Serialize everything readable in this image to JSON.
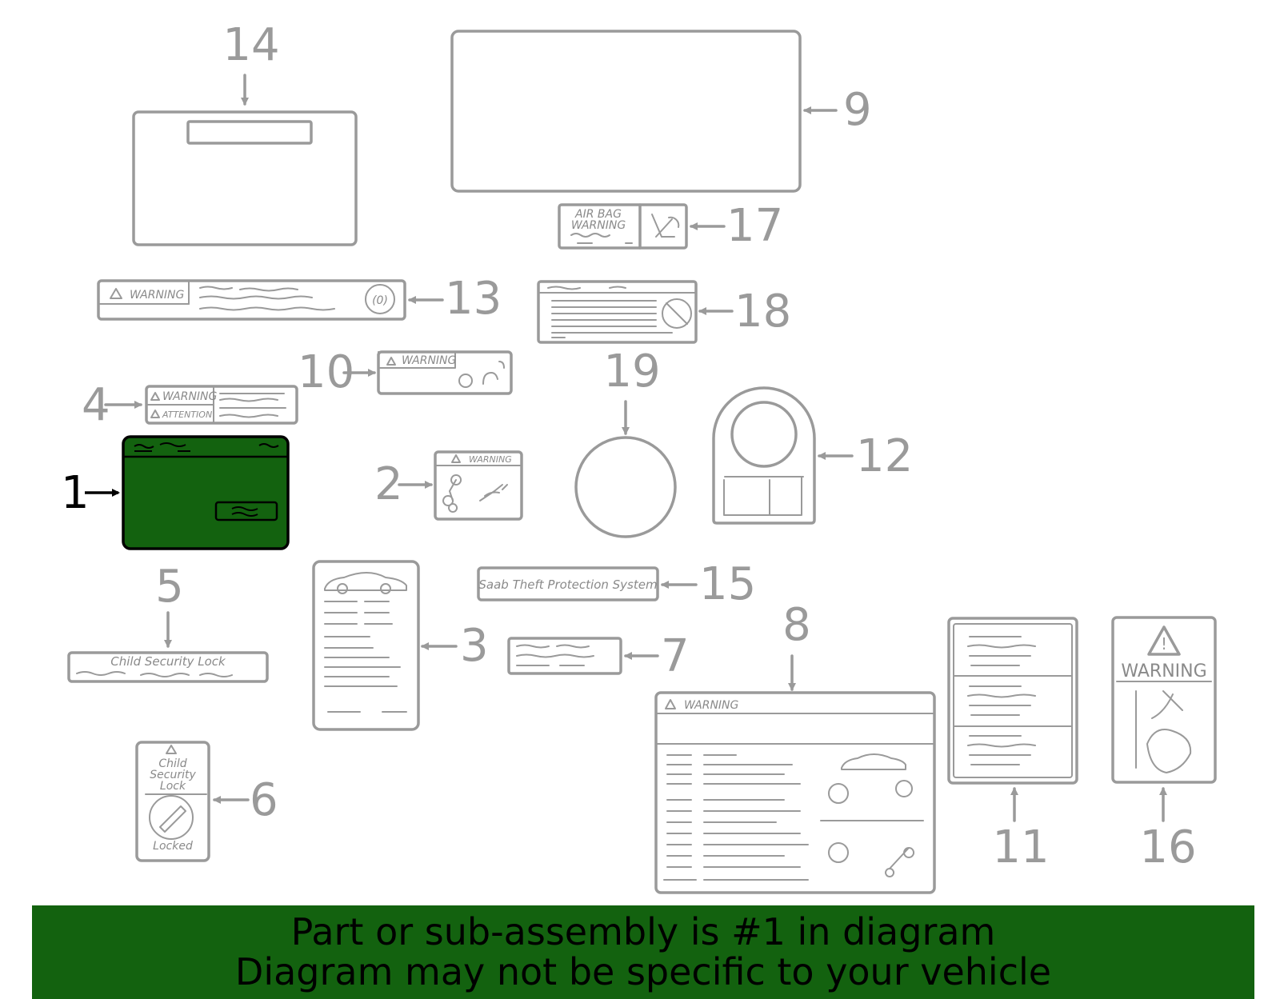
{
  "callouts": {
    "c1": "1",
    "c2": "2",
    "c3": "3",
    "c4": "4",
    "c5": "5",
    "c6": "6",
    "c7": "7",
    "c8": "8",
    "c9": "9",
    "c10": "10",
    "c11": "11",
    "c12": "12",
    "c13": "13",
    "c14": "14",
    "c15": "15",
    "c16": "16",
    "c17": "17",
    "c18": "18",
    "c19": "19"
  },
  "label_text": {
    "warning": "WARNING",
    "attention": "ATTENTION",
    "airbag_line1": "AIR BAG",
    "airbag_line2": "WARNING",
    "child_security_lock": "Child Security Lock",
    "child_line1": "Child",
    "child_line2": "Security",
    "child_line3": "Lock",
    "locked": "Locked",
    "theft": "Saab Theft Protection System"
  },
  "banner": {
    "line1": "Part or sub-assembly is #1 in diagram",
    "line2": "Diagram may not be specific to your vehicle"
  },
  "colors": {
    "highlight": "#13620f",
    "line": "#9a9a9a",
    "active_text": "#000000"
  },
  "highlighted_part": "1"
}
